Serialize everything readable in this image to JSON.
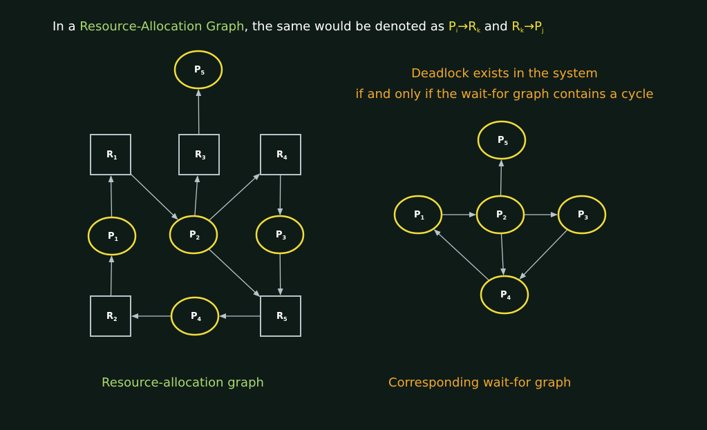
{
  "header": {
    "prefix": "In a ",
    "highlight": "Resource-Allocation Graph",
    "middle": ", the same would be denoted as ",
    "edge1_from": "P",
    "edge1_from_sub": "i",
    "arrow": "→",
    "edge1_to": "R",
    "edge1_to_sub": "k",
    "and": " and ",
    "edge2_from": "R",
    "edge2_from_sub": "k",
    "edge2_to": "P",
    "edge2_to_sub": "j"
  },
  "right_title": {
    "line1": "Deadlock exists in the system",
    "line2": "if and only if the wait-for graph contains a cycle"
  },
  "captions": {
    "left": "Resource-allocation graph",
    "right": "Corresponding wait-for graph"
  },
  "colors": {
    "background": "#0f1b17",
    "process_border": "#f2de3a",
    "resource_border": "#b8c4c8",
    "edge": "#b8c4c8",
    "green": "#a9d86e",
    "orange": "#f0a82c"
  },
  "rag": {
    "processes": [
      {
        "id": "P1",
        "label": "P",
        "sub": "1"
      },
      {
        "id": "P2",
        "label": "P",
        "sub": "2"
      },
      {
        "id": "P3",
        "label": "P",
        "sub": "3"
      },
      {
        "id": "P4",
        "label": "P",
        "sub": "4"
      },
      {
        "id": "P5",
        "label": "P",
        "sub": "5"
      }
    ],
    "resources": [
      {
        "id": "R1",
        "label": "R",
        "sub": "1"
      },
      {
        "id": "R2",
        "label": "R",
        "sub": "2"
      },
      {
        "id": "R3",
        "label": "R",
        "sub": "3"
      },
      {
        "id": "R4",
        "label": "R",
        "sub": "4"
      },
      {
        "id": "R5",
        "label": "R",
        "sub": "5"
      }
    ],
    "edges": [
      {
        "from": "P1",
        "to": "R1"
      },
      {
        "from": "R1",
        "to": "P2"
      },
      {
        "from": "P2",
        "to": "R3"
      },
      {
        "from": "R3",
        "to": "P5"
      },
      {
        "from": "P2",
        "to": "R4"
      },
      {
        "from": "R4",
        "to": "P3"
      },
      {
        "from": "P3",
        "to": "R5"
      },
      {
        "from": "P2",
        "to": "R5"
      },
      {
        "from": "R5",
        "to": "P4"
      },
      {
        "from": "P4",
        "to": "R2"
      },
      {
        "from": "R2",
        "to": "P1"
      }
    ]
  },
  "wfg": {
    "processes": [
      {
        "id": "P1",
        "label": "P",
        "sub": "1"
      },
      {
        "id": "P2",
        "label": "P",
        "sub": "2"
      },
      {
        "id": "P3",
        "label": "P",
        "sub": "3"
      },
      {
        "id": "P4",
        "label": "P",
        "sub": "4"
      },
      {
        "id": "P5",
        "label": "P",
        "sub": "5"
      }
    ],
    "edges": [
      {
        "from": "P1",
        "to": "P2"
      },
      {
        "from": "P2",
        "to": "P3"
      },
      {
        "from": "P2",
        "to": "P5"
      },
      {
        "from": "P2",
        "to": "P4"
      },
      {
        "from": "P3",
        "to": "P4"
      },
      {
        "from": "P4",
        "to": "P1"
      }
    ]
  }
}
